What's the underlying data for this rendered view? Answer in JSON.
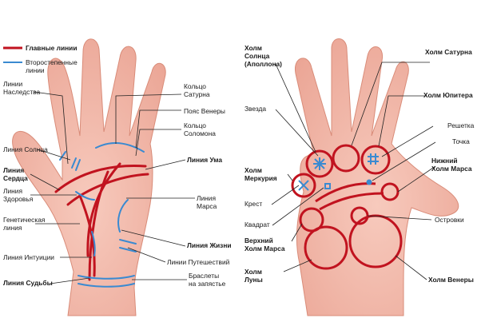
{
  "legend": {
    "main_lines": {
      "label": "Главные линии",
      "color": "#c1131f"
    },
    "secondary_lines": {
      "label": "Второстепенные\nлинии",
      "color": "#3a8ad1"
    }
  },
  "left_hand": {
    "labels": {
      "heritage": "Линии\nНаследства",
      "saturn_ring": "Кольцо\nСатурна",
      "venus_belt": "Пояс Венеры",
      "solomon_ring": "Кольцо\nСоломона",
      "sun_line": "Линия Солнца",
      "heart_line": "Линия\nСердца",
      "mind_line": "Линия Ума",
      "health_line": "Линия\nЗдоровья",
      "mars_line": "Линия\nМарса",
      "genetic_line": "Генетическая\nлиния",
      "life_line": "Линия Жизни",
      "intuition_line": "Линия Интуиции",
      "travel_lines": "Линии Путешествий",
      "fate_line": "Линия Судьбы",
      "wrist_bracelets": "Браслеты\nна запястье"
    }
  },
  "right_hand": {
    "labels": {
      "sun_mount": "Холм\nСолнца\n(Аполлона)",
      "saturn_mount": "Холм Сатурна",
      "jupiter_mount": "Холм Юпитера",
      "star": "Звезда",
      "grid": "Решетка",
      "dot": "Точка",
      "mercury_mount": "Холм\nМеркурия",
      "lower_mars_mount": "Нижний\nХолм Марса",
      "cross": "Крест",
      "square": "Квадрат",
      "islands": "Островки",
      "upper_mars_mount": "Верхний\nХолм Марса",
      "moon_mount": "Холм\nЛуны",
      "venus_mount": "Холм Венеры"
    }
  },
  "colors": {
    "skin": "#f2b7a8",
    "skin_shadow": "#e49a88",
    "leader": "#222222",
    "red_line": "#c1131f",
    "blue_line": "#3a8ad1"
  }
}
